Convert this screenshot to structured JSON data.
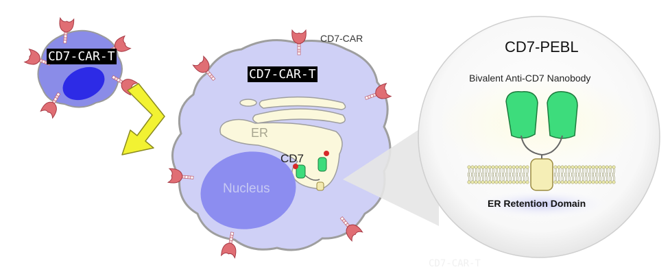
{
  "labels": {
    "small_cell_title": "CD7-CAR-T",
    "cell_title": "CD7-CAR-T",
    "car_label": "CD7-CAR",
    "er_label": "ER",
    "cd7_label": "CD7",
    "nucleus_label": "Nucleus",
    "pebl_title": "CD7-PEBL",
    "nanobody_label": "Bivalent Anti-CD7 Nanobody",
    "er_retention_label": "ER Retention Domain",
    "watermark": "CD7-CAR-T"
  },
  "colors": {
    "cell_fill": "#cfd0f6",
    "cell_stroke": "#9e9e9e",
    "nucleus": "#8c8df0",
    "er_fill": "#fbf8dc",
    "car_head": "#e06e74",
    "nanobody": "#3ddc7c",
    "arrow": "#f2f232",
    "membrane_bead": "#e8e6a8"
  },
  "icons": [
    "car-receptor-icon",
    "yellow-arrow-icon",
    "nanobody-icon",
    "lipid-bilayer-icon"
  ]
}
